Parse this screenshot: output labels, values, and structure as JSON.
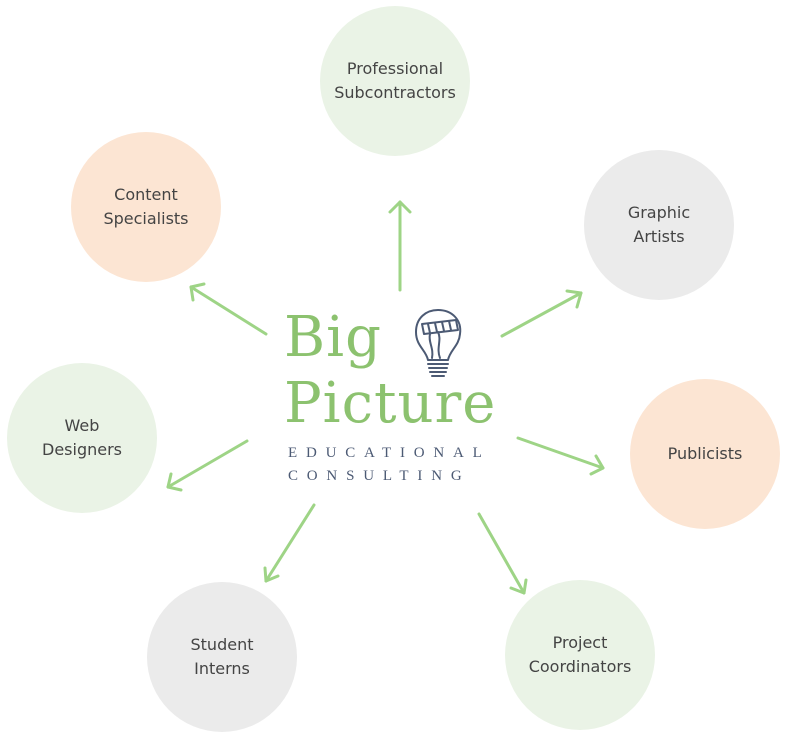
{
  "nodes": {
    "professional_subcontractors": "Professional\nSubcontractors",
    "content_specialists": "Content\nSpecialists",
    "graphic_artists": "Graphic\nArtists",
    "web_designers": "Web\nDesigners",
    "publicists": "Publicists",
    "student_interns": "Student\nInterns",
    "project_coordinators": "Project\nCoordinators"
  },
  "logo": {
    "line1": "Big",
    "line2": "Picture",
    "line3": "EDUCATIONAL",
    "line4": "CONSULTING"
  },
  "colors": {
    "arrow": "#9ed486",
    "logo_green": "#8cc26f",
    "logo_navy": "#4c5a74",
    "circle_green": "#eaf3e6",
    "circle_peach": "#fce5d3",
    "circle_grey": "#ebebeb"
  },
  "icons": [
    "lightbulb-icon"
  ]
}
